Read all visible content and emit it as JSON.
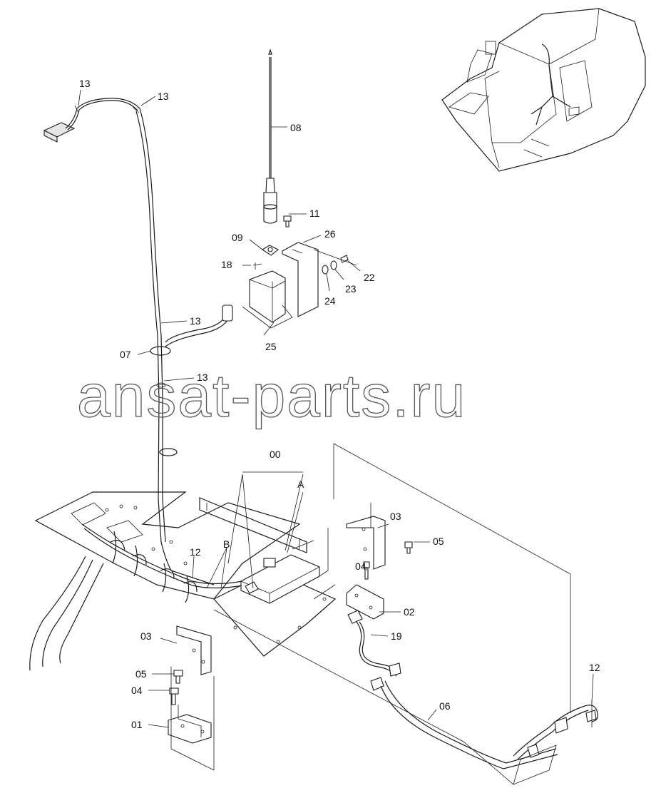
{
  "watermark": "ansat-parts.ru",
  "callouts": {
    "c13a": "13",
    "c13b": "13",
    "c13c": "13",
    "c13d": "13",
    "c08": "08",
    "c11": "11",
    "c09": "09",
    "c26": "26",
    "c18": "18",
    "c22": "22",
    "c23": "23",
    "c24": "24",
    "c25": "25",
    "c07": "07",
    "c00": "00",
    "cA": "A",
    "cB": "B",
    "c12a": "12",
    "c03a": "03",
    "c05a": "05",
    "c04a": "04",
    "c02": "02",
    "c19": "19",
    "c03b": "03",
    "c05b": "05",
    "c04b": "04",
    "c01": "01",
    "c06": "06",
    "c12b": "12"
  }
}
